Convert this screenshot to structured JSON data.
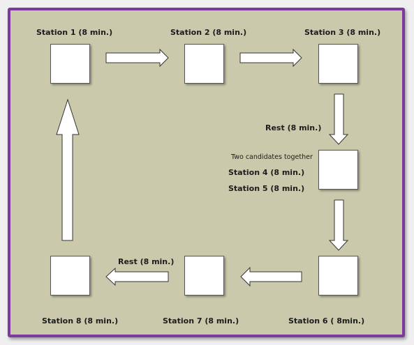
{
  "stations": {
    "s1": "Station 1 (8 min.)",
    "s2": "Station 2 (8 min.)",
    "s3": "Station 3 (8 min.)",
    "s4": "Station 4  (8 min.)",
    "s5": "Station 5  (8 min.)",
    "s6": "Station 6  ( 8min.)",
    "s7": "Station 7 (8 min.)",
    "s8": "Station 8 (8 min.)"
  },
  "notes": {
    "rest_right": "Rest (8 min.)",
    "rest_bottom": "Rest (8 min.)",
    "together": "Two candidates together"
  }
}
